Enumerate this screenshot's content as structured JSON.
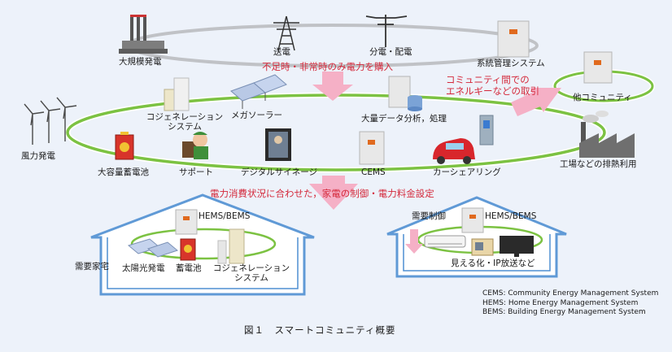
{
  "top_loop": {
    "large_power": "大規模発電",
    "transmission": "送電",
    "distribution": "分電・配電",
    "grid_management": "系統管理システム"
  },
  "arrows": {
    "buy_shortage": "不足時・非常時のみ電力を購入",
    "inter_community_1": "コミュニティ間での",
    "inter_community_2": "エネルギーなどの取引",
    "control_1": "電力消費状況に合わせた，家電の制御・電力料金設定"
  },
  "community": {
    "other_community": "他コミュニティ",
    "wind": "風力発電",
    "cogen_1": "コジェネレーション",
    "cogen_2": "システム",
    "mega_solar": "メガソーラー",
    "big_data": "大量データ分析，処理",
    "storage": "大容量蓄電池",
    "support": "サポート",
    "signage": "デジタルサイネージ",
    "cems": "CEMS",
    "car_sharing": "カーシェアリング",
    "factory_heat": "工場などの排熱利用"
  },
  "home": {
    "hems_bems": "HEMS/BEMS",
    "customer": "需要家宅",
    "solar": "太陽光発電",
    "battery": "蓄電池",
    "cogen_1": "コジェネレーション",
    "cogen_2": "システム"
  },
  "building": {
    "hems_bems": "HEMS/BEMS",
    "demand_control": "需要制御",
    "visualization": "見える化・IP放送など"
  },
  "legend": {
    "cems": "CEMS: Community Energy Management System",
    "hems": "HEMS: Home Energy Management System",
    "bems": "BEMS: Building Energy Management System"
  },
  "caption": "図１　スマートコミュニティ概要",
  "colors": {
    "loop_green": "#7cc242",
    "loop_gray": "#9a9a9a",
    "arrow_pink": "#f5b0c6",
    "house_blue": "#4f8fd2",
    "accent_red": "#d4283a"
  }
}
